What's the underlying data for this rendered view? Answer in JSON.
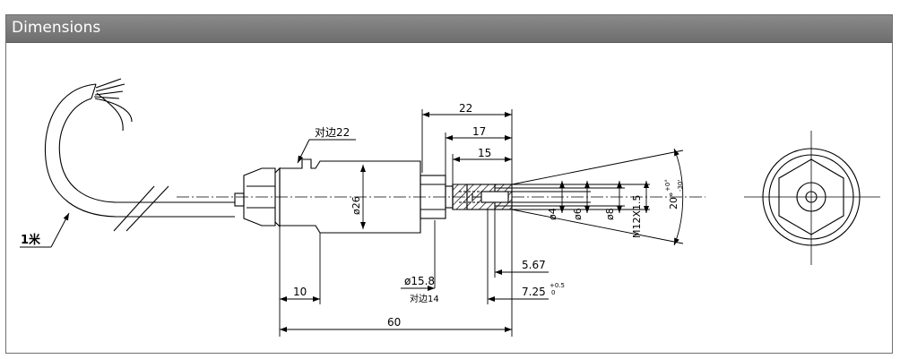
{
  "header": {
    "title": "Dimensions"
  },
  "drawing": {
    "cable_length": "1米",
    "hex_flat": "对边22",
    "hex_flat_small": "对边14",
    "dia_body": "ø26",
    "dia_thread_relief": "ø15.8",
    "dim_22": "22",
    "dim_17": "17",
    "dim_15": "15",
    "dim_10": "10",
    "dim_60": "60",
    "dim_567": "5.67",
    "dim_725": "7.25",
    "tol_725_upper": "+0.5",
    "tol_725_lower": "0",
    "dia_4": "ø4",
    "dia_6": "ø6",
    "dia_8": "ø8",
    "thread": "M12X1.5",
    "angle": "20°",
    "angle_tol_upper": "+0°",
    "angle_tol_lower": "-30'"
  }
}
